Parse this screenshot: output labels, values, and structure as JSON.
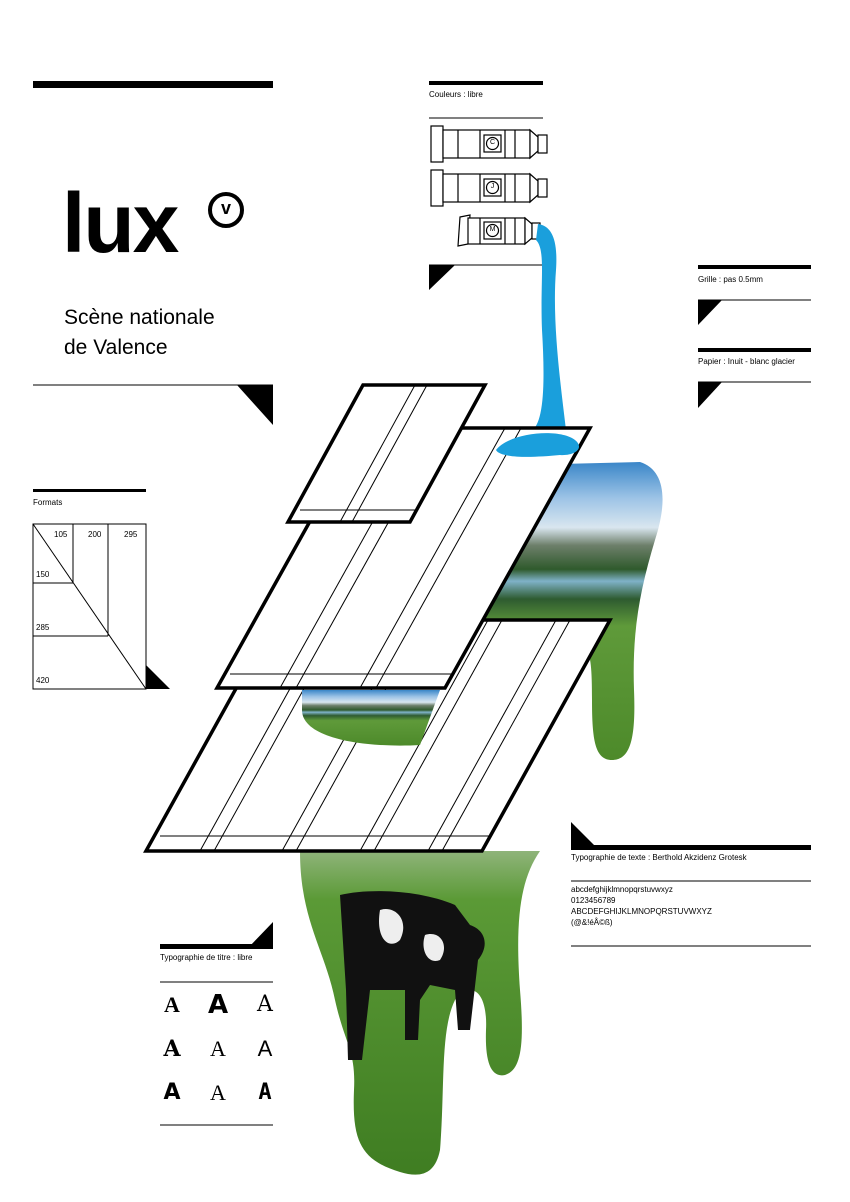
{
  "brand": {
    "name": "lux",
    "mark": "v",
    "subtitle_line1": "Scène nationale",
    "subtitle_line2": "de Valence"
  },
  "formats": {
    "label": "Formats",
    "widths": [
      "105",
      "200",
      "295"
    ],
    "heights": [
      "150",
      "285",
      "420"
    ]
  },
  "couleurs": {
    "label": "Couleurs : libre",
    "tubes": [
      "C",
      "J",
      "M"
    ],
    "paint_color": "#1a9fdc"
  },
  "grille": {
    "label": "Grille : pas 0.5mm"
  },
  "papier": {
    "label": "Papier : Inuit - blanc glacier"
  },
  "typo_texte": {
    "label": "Typographie de texte : Berthold Akzidenz Grotesk",
    "lines": [
      "abcdefghijklmnopqrstuvwxyz",
      "0123456789",
      "ABCDEFGHIJKLMNOPQRSTUVWXYZ",
      "(@&!éÅ©ß)"
    ]
  },
  "typo_titre": {
    "label": "Typographie de titre : libre",
    "glyphs": [
      "A",
      "A",
      "A",
      "A",
      "A",
      "A",
      "A",
      "A",
      "A"
    ]
  }
}
